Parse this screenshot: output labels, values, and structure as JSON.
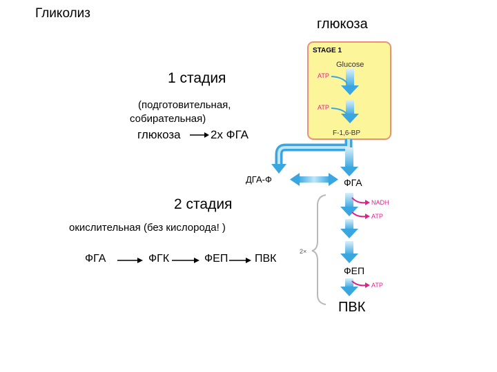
{
  "title": "Гликолиз",
  "glucose_top": "глюкоза",
  "stage1": {
    "heading": "1 стадия",
    "desc_line1": "(подготовительная,",
    "desc_line2": "собирательная)",
    "reaction_from": "глюкоза",
    "reaction_to": "2х ФГА"
  },
  "stage2": {
    "heading": "2 стадия",
    "desc": "окислительная (без кислорода! )",
    "chain": [
      "ФГА",
      "ФГК",
      "ФЕП",
      "ПВК"
    ]
  },
  "figure": {
    "stage_label": "STAGE 1",
    "glucose": "Glucose",
    "atp1": "ATP",
    "atp2": "ATP",
    "f16bp": "F-1,6-BP",
    "dga": "ДГА-Ф",
    "fga": "ФГА",
    "nadh": "NADH",
    "atp3": "ATP",
    "multiplier": "2×",
    "fep": "ФЕП",
    "atp4": "ATP",
    "pvk": "ПВК"
  },
  "colors": {
    "panel_fill": "#fcf59a",
    "panel_border": "#e8907a",
    "arrow_blue": "#3aa6e0",
    "arrow_light": "#d9f0fb",
    "magenta": "#e0208a",
    "bracket": "#b8b8b8"
  }
}
